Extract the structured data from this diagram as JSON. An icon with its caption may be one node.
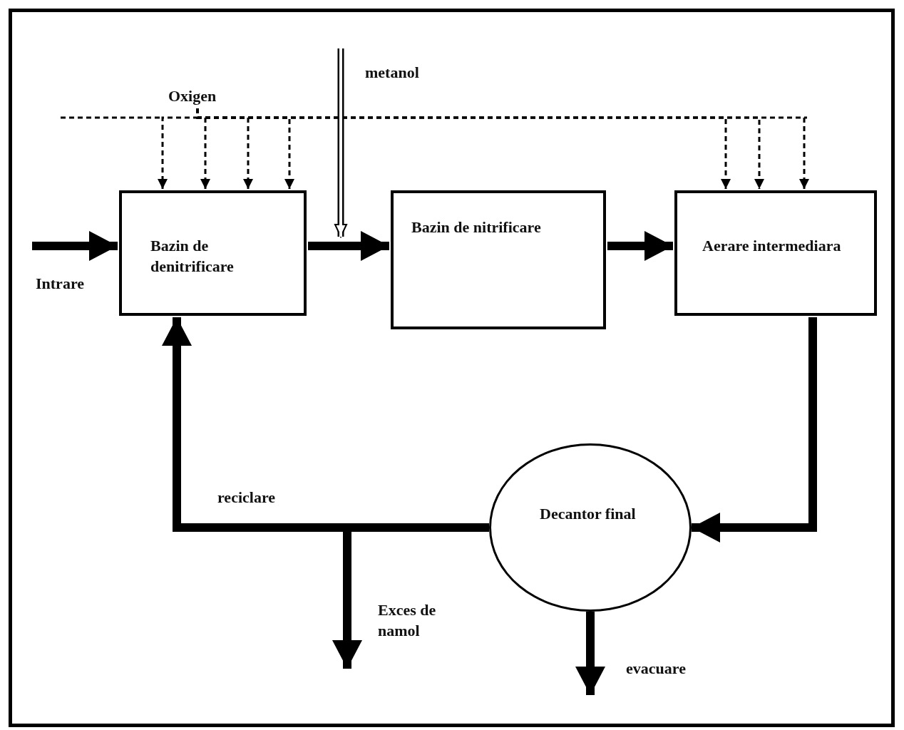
{
  "diagram": {
    "nodes": [
      {
        "text": [
          "Bazin de denitrificare"
        ]
      },
      {
        "text": [
          "Bazin de nitrificare"
        ]
      },
      {
        "text": [
          "Aerare intermediara"
        ]
      },
      {
        "text": [
          "Decantor final"
        ]
      },
      {
        "text": [
          "Oxigen"
        ]
      }
    ],
    "edges": [
      {
        "from": null,
        "to": 0,
        "arrow": "to",
        "label": "Intrare"
      },
      {
        "from": 0,
        "to": 1,
        "arrow": "to"
      },
      {
        "from": 1,
        "to": 2,
        "arrow": "to"
      },
      {
        "from": 2,
        "to": 3,
        "arrow": "to"
      },
      {
        "from": 3,
        "to": 0,
        "arrow": "to",
        "label": "reciclare"
      },
      {
        "from": 3,
        "to": null,
        "arrow": "to",
        "label": "Exces de namol"
      },
      {
        "from": 3,
        "to": null,
        "arrow": "to",
        "label": "evacuare"
      },
      {
        "from": null,
        "to": 0,
        "arrow": "to",
        "label": "metanol"
      },
      {
        "from": 4,
        "to": 0,
        "arrow": "to",
        "style": "dashed"
      },
      {
        "from": 4,
        "to": 0,
        "arrow": "to",
        "style": "dashed"
      },
      {
        "from": 4,
        "to": 0,
        "arrow": "to",
        "style": "dashed"
      },
      {
        "from": 4,
        "to": 0,
        "arrow": "to",
        "style": "dashed"
      },
      {
        "from": 4,
        "to": 2,
        "arrow": "to",
        "style": "dashed"
      },
      {
        "from": 4,
        "to": 2,
        "arrow": "to",
        "style": "dashed"
      },
      {
        "from": 4,
        "to": 2,
        "arrow": "to",
        "style": "dashed"
      }
    ]
  }
}
